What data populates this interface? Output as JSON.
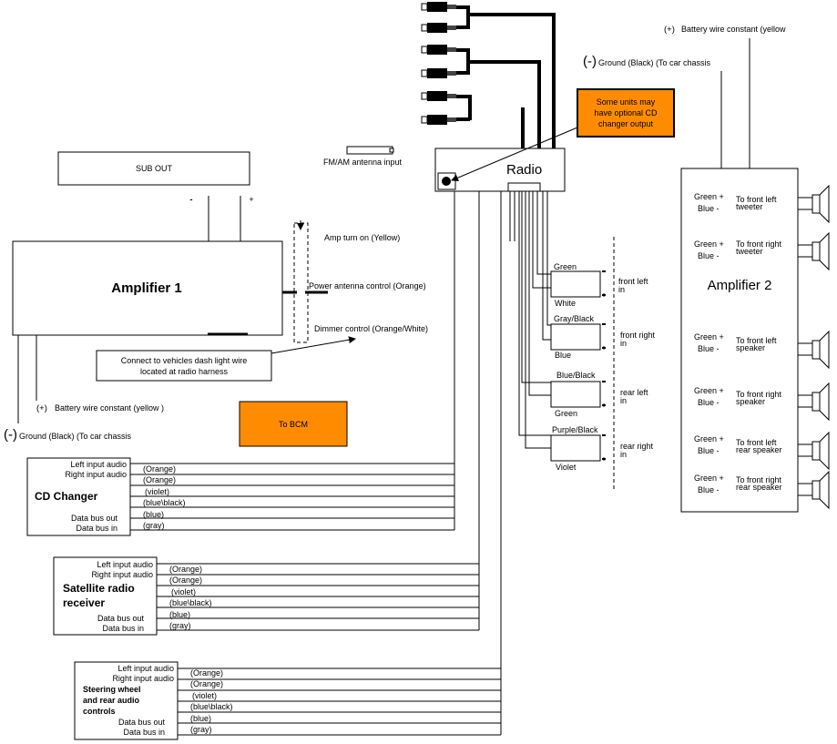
{
  "colors": {
    "orange": "#ff8c00",
    "line": "#000000",
    "box": "#000000"
  },
  "labels": {
    "sub_out": "SUB OUT",
    "minus": "-",
    "plus": "+",
    "amp1": "Amplifier 1",
    "amp2": "Amplifier 2",
    "radio": "Radio",
    "fm_am": "FM/AM antenna input",
    "cd_note_1": "Some units may",
    "cd_note_2": "have optional CD",
    "cd_note_3": "changer output",
    "battery_top": "Battery wire constant (yellow",
    "battery_top_sign": "(+)",
    "ground_top_sign": "(-)",
    "ground_top": "Ground (Black)  (To car chassis",
    "amp_turn_on": "Amp turn on (Yellow)",
    "power_antenna": "Power antenna control (Orange)",
    "dimmer": "Dimmer control (Orange/White)",
    "dash_1": "Connect to vehicles dash light wire",
    "dash_2": "located at radio harness",
    "battery_left_sign": "(+)",
    "battery_left": "Battery wire constant (yellow )",
    "ground_left_sign": "(-)",
    "ground_left": "Ground (Black)  (To car chassis",
    "to_bcm": "To BCM"
  },
  "speakers_mid": [
    {
      "top": "Green",
      "bottom": "White",
      "dest_1": "front left",
      "dest_2": "in"
    },
    {
      "top": "Gray/Black",
      "bottom": "Blue",
      "dest_1": "front right",
      "dest_2": "in"
    },
    {
      "top": "Blue/Black",
      "bottom": "Green",
      "dest_1": "rear left",
      "dest_2": "in"
    },
    {
      "top": "Purple/Black",
      "bottom": "Violet",
      "dest_1": "rear right",
      "dest_2": "in"
    }
  ],
  "amp2_outputs": [
    {
      "pos": "Green +",
      "neg": "Blue -",
      "dest_1": "To front left",
      "dest_2": "tweeter"
    },
    {
      "pos": "Green +",
      "neg": "Blue -",
      "dest_1": "To front right",
      "dest_2": "tweeter"
    },
    {
      "pos": "Green +",
      "neg": "Blue -",
      "dest_1": "To front left",
      "dest_2": "speaker"
    },
    {
      "pos": "Green +",
      "neg": "Blue -",
      "dest_1": "To front right",
      "dest_2": "speaker"
    },
    {
      "pos": "Green +",
      "neg": "Blue -",
      "dest_1": "To front left",
      "dest_2": "rear speaker"
    },
    {
      "pos": "Green +",
      "neg": "Blue -",
      "dest_1": "To front right",
      "dest_2": "rear speaker"
    }
  ],
  "cd_changer": {
    "title": "CD Changer",
    "inputs": [
      "Left input audio",
      "Right input audio",
      "Data bus out",
      "Data bus in"
    ],
    "wires": [
      "(Orange)",
      "(Orange)",
      "(violet)",
      "(blue\\black)",
      "(blue)",
      "(gray)"
    ]
  },
  "satellite": {
    "title_1": "Satellite radio",
    "title_2": "receiver",
    "inputs": [
      "Left input audio",
      "Right input audio",
      "Data bus out",
      "Data bus in"
    ],
    "wires": [
      "(Orange)",
      "(Orange)",
      "(violet)",
      "(blue\\black)",
      "(blue)",
      "(gray)"
    ]
  },
  "steering": {
    "title_1": "Steering wheel",
    "title_2": "and rear audio",
    "title_3": "controls",
    "inputs": [
      "Left input audio",
      "Right input audio",
      "Data bus out",
      "Data bus in"
    ],
    "wires": [
      "(Orange)",
      "(Orange)",
      "(violet)",
      "(blue\\black)",
      "(blue)",
      "(gray)"
    ]
  }
}
